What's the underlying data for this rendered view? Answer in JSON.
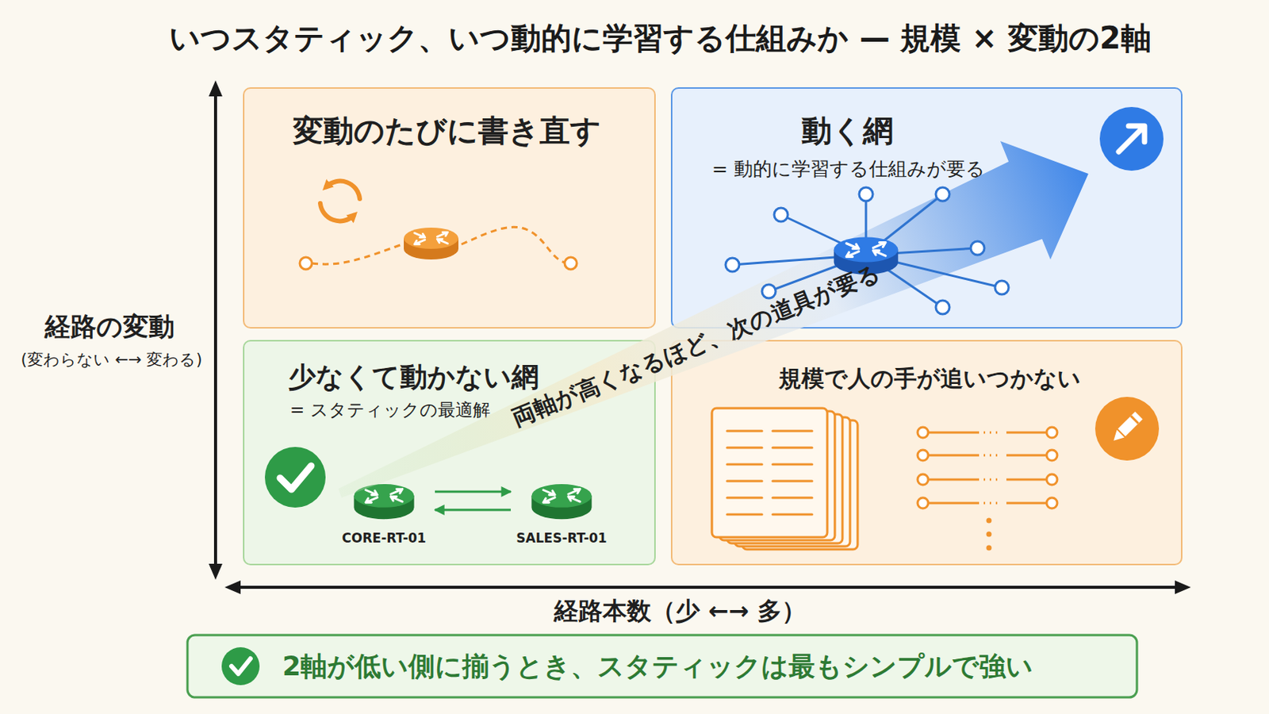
{
  "diagram": {
    "title": "いつスタティック、いつ動的に学習する仕組みか — 規模 × 変動の2軸",
    "caption": "2軸が低い側に揃うとき、スタティックは最もシンプルで強い",
    "nodes": [
      {
        "text": [
          "変動のたびに書き直す"
        ]
      },
      {
        "text": [
          "動く網",
          "= 動的に学習する仕組みが要る"
        ]
      },
      {
        "text": [
          "少なくて動かない網",
          "= スタティックの最適解"
        ]
      },
      {
        "text": [
          "CORE-RT-01"
        ],
        "in": 2
      },
      {
        "text": [
          "SALES-RT-01"
        ],
        "in": 2
      },
      {
        "text": [
          "規模で人の手が追いつかない"
        ]
      }
    ],
    "edges": [
      {
        "from": 3,
        "to": 4,
        "arrow": "to"
      },
      {
        "from": 4,
        "to": 3,
        "arrow": "to"
      }
    ],
    "labels": [
      "経路の変動",
      "(変わらない ←→ 変わる)",
      "両軸が高くなるほど、次の道具が要る",
      "経路本数（少 ←→ 多）"
    ]
  }
}
